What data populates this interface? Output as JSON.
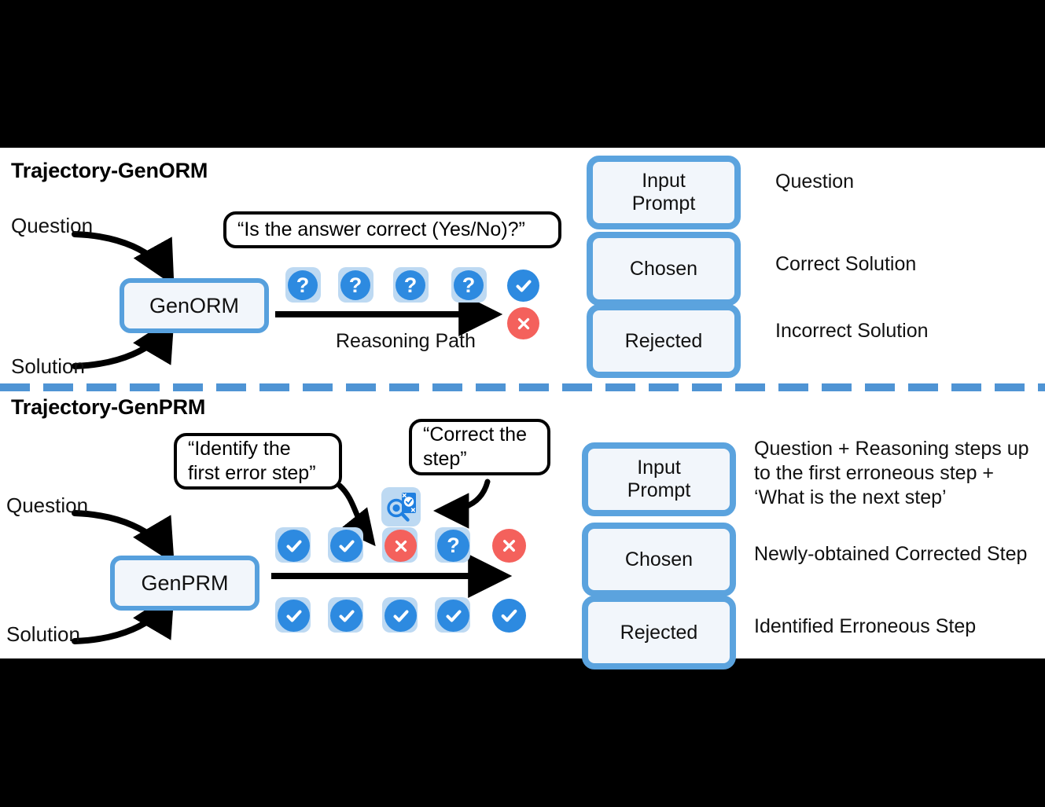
{
  "figure": {
    "background_black": "#000000",
    "canvas_background": "#ffffff",
    "accent_blue": "#5ba3de",
    "icon_blue": "#2d8ae0",
    "icon_badge_blue": "#bdd9f2",
    "icon_red": "#f4615c",
    "box_fill": "#f2f6fb",
    "divider_color": "#4f94d4"
  },
  "sections": [
    {
      "id": "genorm",
      "title": "Trajectory-GenORM",
      "model_label": "GenORM",
      "input_labels": {
        "question": "Question",
        "solution": "Solution"
      },
      "bubbles": [
        {
          "id": "orm-prompt",
          "text": "“Is the answer correct (Yes/No)?”"
        }
      ],
      "path_label": "Reasoning Path",
      "steps_row": [
        {
          "state": "unknown",
          "glyph": "?",
          "boxed": true
        },
        {
          "state": "unknown",
          "glyph": "?",
          "boxed": true
        },
        {
          "state": "unknown",
          "glyph": "?",
          "boxed": true
        },
        {
          "state": "unknown",
          "glyph": "?",
          "boxed": true
        },
        {
          "state": "correct",
          "glyph": "check",
          "boxed": false
        }
      ],
      "outcome_icon": {
        "state": "incorrect",
        "glyph": "cross",
        "boxed": false
      },
      "rows": [
        {
          "box": "Input\nPrompt",
          "box_lines": [
            "Input",
            "Prompt"
          ],
          "description": "Question"
        },
        {
          "box": "Chosen",
          "box_lines": [
            "Chosen"
          ],
          "description": "Correct Solution"
        },
        {
          "box": "Rejected",
          "box_lines": [
            "Rejected"
          ],
          "description": "Incorrect Solution"
        }
      ]
    },
    {
      "id": "genprm",
      "title": "Trajectory-GenPRM",
      "model_label": "GenPRM",
      "input_labels": {
        "question": "Question",
        "solution": "Solution"
      },
      "bubbles": [
        {
          "id": "prm-identify",
          "lines": [
            "“Identify the",
            "first error step”"
          ]
        },
        {
          "id": "prm-correct",
          "lines": [
            "“Correct the",
            "step”"
          ]
        }
      ],
      "correction_icon_name": "magnifier-gear-review-icon",
      "steps_row_top": [
        {
          "state": "correct",
          "glyph": "check",
          "boxed": true
        },
        {
          "state": "correct",
          "glyph": "check",
          "boxed": true
        },
        {
          "state": "incorrect",
          "glyph": "cross",
          "boxed": true
        },
        {
          "state": "unknown",
          "glyph": "?",
          "boxed": true
        },
        {
          "state": "incorrect",
          "glyph": "cross",
          "boxed": false
        }
      ],
      "steps_row_bottom": [
        {
          "state": "correct",
          "glyph": "check",
          "boxed": true
        },
        {
          "state": "correct",
          "glyph": "check",
          "boxed": true
        },
        {
          "state": "correct",
          "glyph": "check",
          "boxed": true
        },
        {
          "state": "correct",
          "glyph": "check",
          "boxed": true
        },
        {
          "state": "correct",
          "glyph": "check",
          "boxed": false
        }
      ],
      "rows": [
        {
          "box_lines": [
            "Input",
            "Prompt"
          ],
          "description_lines": [
            "Question + Reasoning steps up",
            "to the first erroneous step +",
            "‘What is the next step’"
          ]
        },
        {
          "box_lines": [
            "Chosen"
          ],
          "description_lines": [
            "Newly-obtained Corrected Step"
          ]
        },
        {
          "box_lines": [
            "Rejected"
          ],
          "description_lines": [
            "Identified Erroneous Step"
          ]
        }
      ]
    }
  ]
}
